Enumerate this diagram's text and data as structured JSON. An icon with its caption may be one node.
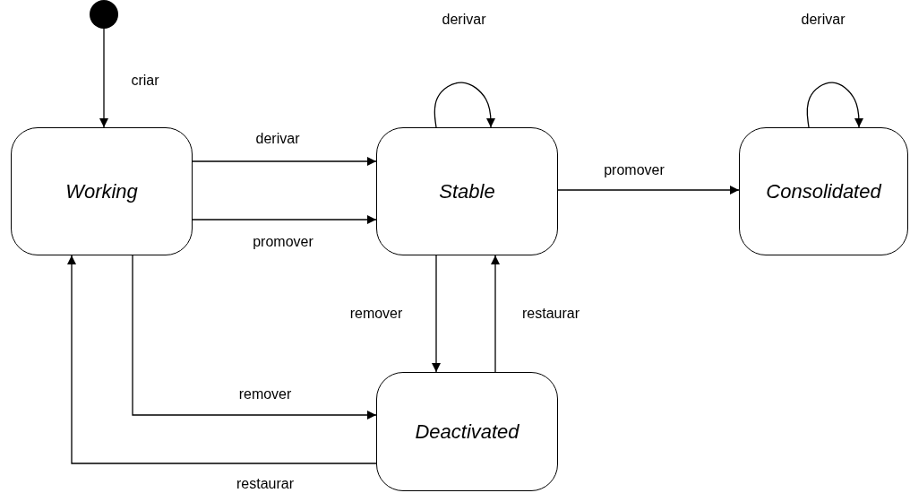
{
  "diagram": {
    "nodes": [
      {
        "text": [],
        "shape": "circle"
      },
      {
        "text": [
          "Working"
        ]
      },
      {
        "text": [
          "Stable"
        ]
      },
      {
        "text": [
          "Consolidated"
        ]
      },
      {
        "text": [
          "Deactivated"
        ]
      }
    ],
    "edges": [
      {
        "from": 0,
        "to": 1,
        "arrow": "to",
        "label": "criar"
      },
      {
        "from": 1,
        "to": 2,
        "arrow": "to",
        "label": "derivar"
      },
      {
        "from": 1,
        "to": 2,
        "arrow": "to",
        "label": "promover"
      },
      {
        "from": 2,
        "to": 2,
        "arrow": "to",
        "label": "derivar"
      },
      {
        "from": 2,
        "to": 3,
        "arrow": "to",
        "label": "promover"
      },
      {
        "from": 3,
        "to": 3,
        "arrow": "to",
        "label": "derivar"
      },
      {
        "from": 2,
        "to": 4,
        "arrow": "to",
        "label": "remover"
      },
      {
        "from": 4,
        "to": 2,
        "arrow": "to",
        "label": "restaurar"
      },
      {
        "from": 1,
        "to": 4,
        "arrow": "to",
        "label": "remover"
      },
      {
        "from": 4,
        "to": 1,
        "arrow": "to",
        "label": "restaurar"
      }
    ]
  }
}
